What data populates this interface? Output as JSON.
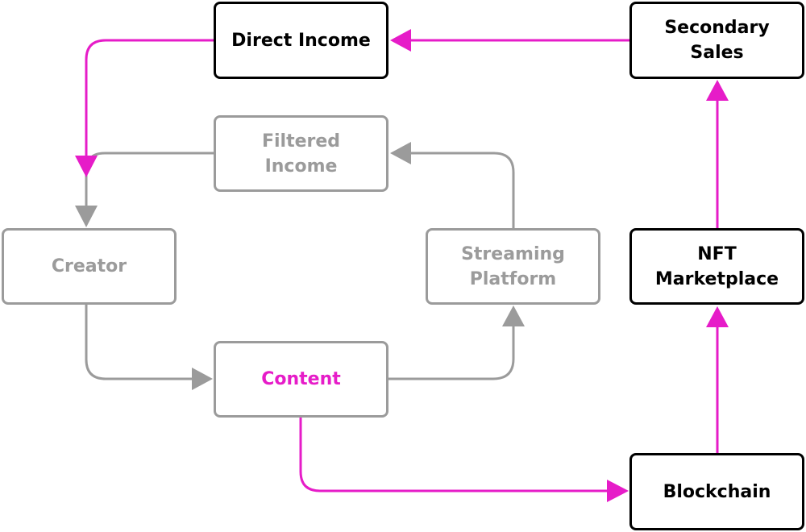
{
  "colors": {
    "accent": "#e61cc8",
    "gray": "#9b9b9b",
    "dark": "#000000"
  },
  "nodes": {
    "direct_income": "Direct Income",
    "secondary_sales": "Secondary\nSales",
    "filtered_income": "Filtered\nIncome",
    "creator": "Creator",
    "streaming_platform": "Streaming\nPlatform",
    "nft_marketplace": "NFT\nMarketplace",
    "content": "Content",
    "blockchain": "Blockchain"
  },
  "edges": [
    {
      "from": "creator",
      "to": "content",
      "color": "gray"
    },
    {
      "from": "content",
      "to": "streaming_platform",
      "color": "gray"
    },
    {
      "from": "streaming_platform",
      "to": "filtered_income",
      "color": "gray"
    },
    {
      "from": "filtered_income",
      "to": "creator",
      "color": "gray"
    },
    {
      "from": "content",
      "to": "blockchain",
      "color": "accent"
    },
    {
      "from": "blockchain",
      "to": "nft_marketplace",
      "color": "accent"
    },
    {
      "from": "nft_marketplace",
      "to": "secondary_sales",
      "color": "accent"
    },
    {
      "from": "secondary_sales",
      "to": "direct_income",
      "color": "accent"
    },
    {
      "from": "direct_income",
      "to": "creator",
      "color": "accent"
    }
  ]
}
